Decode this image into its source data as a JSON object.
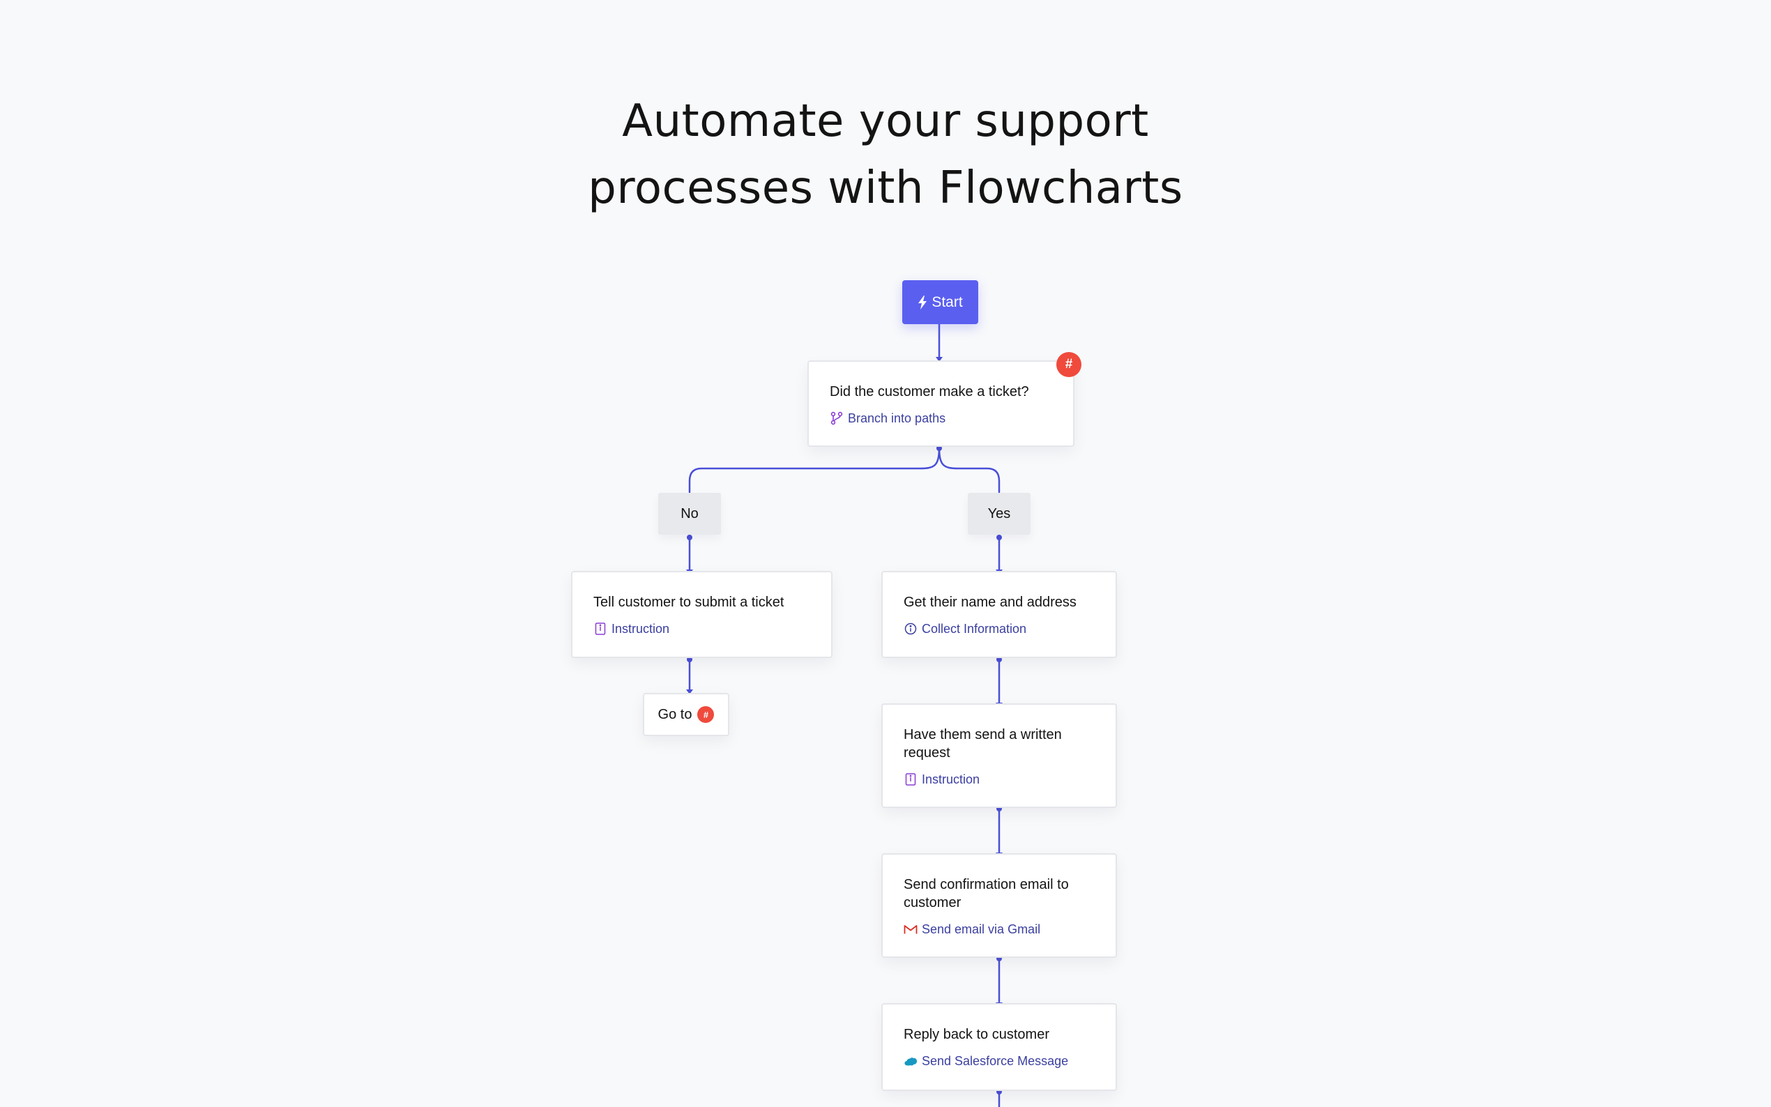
{
  "hero": {
    "title_line1": "Automate your support",
    "title_line2": "processes with Flowcharts"
  },
  "colors": {
    "accent": "#5a5ff0",
    "connector": "#4a4fd8",
    "badge": "#ef4a3c",
    "link": "#3b3fa0",
    "gmail": "#d93025",
    "salesforce": "#1798c1"
  },
  "flow": {
    "start_label": "Start",
    "decision": {
      "title": "Did the customer make a ticket?",
      "sub_label": "Branch into paths",
      "sub_icon": "branch-icon",
      "badge": "#"
    },
    "paths": {
      "no_label": "No",
      "yes_label": "Yes"
    },
    "no_branch": {
      "step": {
        "title": "Tell customer to submit a ticket",
        "sub_label": "Instruction",
        "sub_icon": "instruction-icon"
      },
      "goto_label": "Go to",
      "goto_badge": "#"
    },
    "yes_branch": [
      {
        "title": "Get their name and address",
        "sub_label": "Collect Information",
        "sub_icon": "info-icon"
      },
      {
        "title": "Have them send a written request",
        "sub_label": "Instruction",
        "sub_icon": "instruction-icon"
      },
      {
        "title": "Send confirmation email to customer",
        "sub_label": "Send email via Gmail",
        "sub_icon": "gmail-icon"
      },
      {
        "title": "Reply back to customer",
        "sub_label": "Send Salesforce Message",
        "sub_icon": "salesforce-icon"
      }
    ]
  }
}
